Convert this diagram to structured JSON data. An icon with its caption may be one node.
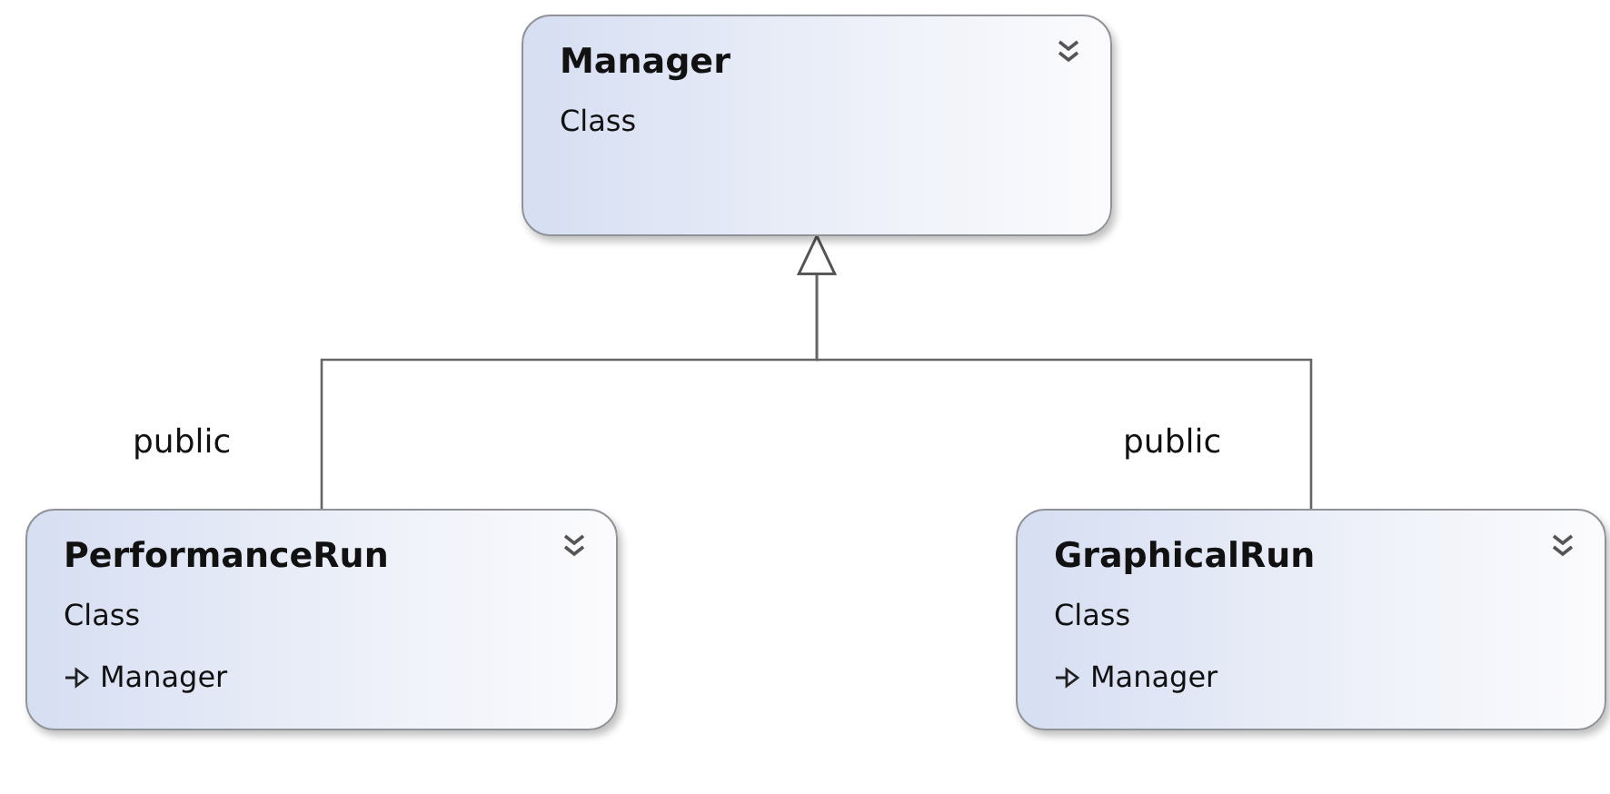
{
  "diagram": {
    "nodes": [
      {
        "text": [
          "Manager",
          "Class"
        ]
      },
      {
        "text": [
          "PerformanceRun",
          "Class",
          "Manager"
        ]
      },
      {
        "text": [
          "GraphicalRun",
          "Class",
          "Manager"
        ]
      }
    ],
    "edges": [
      {
        "from": 1,
        "to": 0,
        "arrow": "to",
        "label": "public"
      },
      {
        "from": 2,
        "to": 0,
        "arrow": "to",
        "label": "public"
      }
    ]
  }
}
